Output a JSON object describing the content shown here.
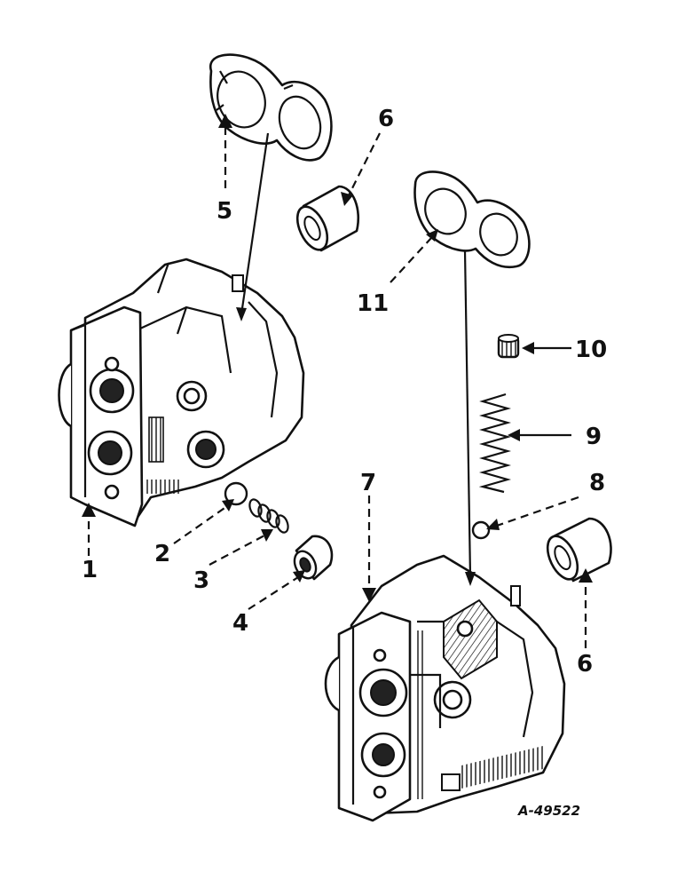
{
  "figure_id": "A-49522",
  "callouts": {
    "c1": "1",
    "c2": "2",
    "c3": "3",
    "c4": "4",
    "c5": "5",
    "c6a": "6",
    "c6b": "6",
    "c7": "7",
    "c8": "8",
    "c9": "9",
    "c10": "10",
    "c11": "11"
  }
}
